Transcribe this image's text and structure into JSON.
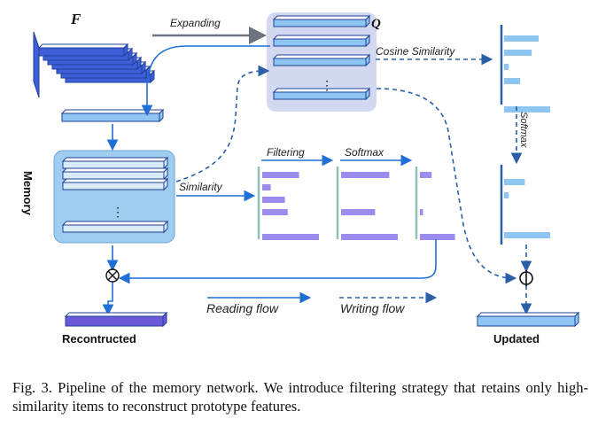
{
  "diagram": {
    "label_F": "F",
    "label_Q": "Q",
    "label_expanding": "Expanding",
    "label_cosine_similarity": "Cosine Similarity",
    "label_softmax_vertical": "Softmax",
    "label_memory": "Memory",
    "label_similarity": "Similarity",
    "label_filtering": "Filtering",
    "label_softmax": "Softmax",
    "label_reading_flow": "Reading flow",
    "label_writing_flow": "Writing flow",
    "label_reconstructed": "Recontructed",
    "label_updated": "Updated",
    "ellipsis": "⋮",
    "op_multiply": "⊗",
    "op_update": "Φ"
  },
  "caption": {
    "text": "Fig. 3.  Pipeline of the memory network. We introduce filtering strategy that retains only high-similarity items to reconstruct prototype features."
  },
  "colors": {
    "feature_blue": "#3f5fd8",
    "feature_purple": "#6a5ad8",
    "memory_panel": "#9ecdf0",
    "query_panel": "#d4d9f2",
    "bar_light": "#8ec5f3",
    "bar_purple": "#9b8cf0",
    "arrow_blue": "#1e6fd6",
    "arrow_dash": "#2a5fa8",
    "arrow_gray": "#6d7480",
    "divider": "#8fbfb7"
  }
}
